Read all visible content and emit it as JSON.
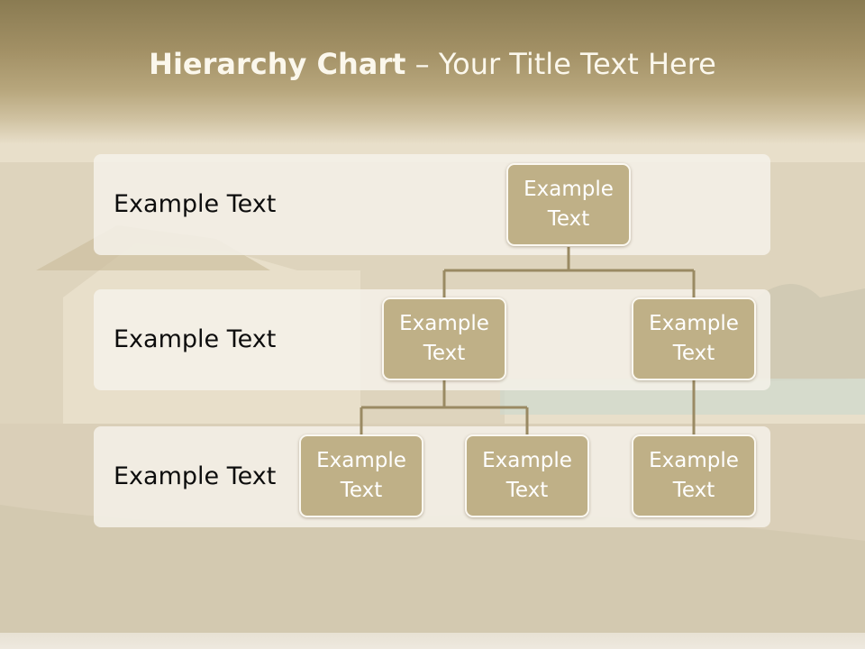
{
  "title": {
    "bold": "Hierarchy Chart",
    "separator": " – ",
    "rest": "Your Title Text Here"
  },
  "rows": [
    {
      "label": "Example Text"
    },
    {
      "label": "Example Text"
    },
    {
      "label": "Example Text"
    }
  ],
  "nodes": {
    "root": {
      "text": "Example Text"
    },
    "level2_left": {
      "text": "Example Text"
    },
    "level2_right": {
      "text": "Example Text"
    },
    "level3_a": {
      "text": "Example Text"
    },
    "level3_b": {
      "text": "Example Text"
    },
    "level3_c": {
      "text": "Example Text"
    }
  },
  "colors": {
    "node_fill": "#bfb087",
    "node_border": "#fbf8f1",
    "connector": "#9a8a63",
    "title_band": "#a29065"
  }
}
